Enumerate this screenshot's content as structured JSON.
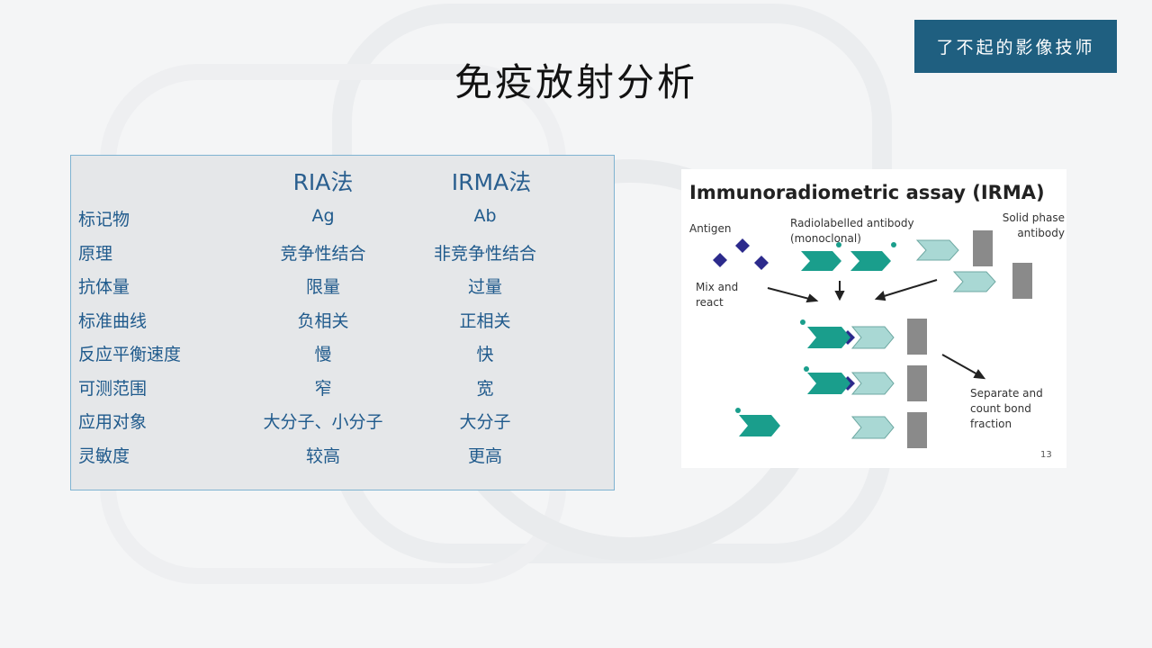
{
  "badge": {
    "text": "了不起的影像技师"
  },
  "slide": {
    "title": "免疫放射分析"
  },
  "table": {
    "headers": [
      "RIA法",
      "IRMA法"
    ],
    "rows": [
      {
        "label": "标记物",
        "ria": "Ag",
        "irma": "Ab"
      },
      {
        "label": "原理",
        "ria": "竞争性结合",
        "irma": "非竞争性结合"
      },
      {
        "label": "抗体量",
        "ria": "限量",
        "irma": "过量"
      },
      {
        "label": "标准曲线",
        "ria": "负相关",
        "irma": "正相关"
      },
      {
        "label": "反应平衡速度",
        "ria": "慢",
        "irma": "快"
      },
      {
        "label": "可测范围",
        "ria": "窄",
        "irma": "宽"
      },
      {
        "label": "应用对象",
        "ria": "大分子、小分子",
        "irma": "大分子"
      },
      {
        "label": "灵敏度",
        "ria": "较高",
        "irma": "更高"
      }
    ]
  },
  "figure": {
    "title": "Immunoradiometric assay (IRMA)",
    "antigen_label": "Antigen",
    "radiolabelled_label": "Radiolabelled antibody (monoclonal)",
    "solid_phase_label": "Solid phase antibody",
    "mix_label": "Mix and react",
    "separate_label": "Separate and count bond fraction",
    "page_number": "13"
  },
  "colors": {
    "badge_bg": "#1f5f80",
    "table_text": "#1f5a8c",
    "table_border": "#7fb3d1",
    "teal": "#1a9e8c",
    "light_teal": "#a9d8d4",
    "diamond": "#2c2a8c",
    "gray_block": "#8a8a8a"
  }
}
